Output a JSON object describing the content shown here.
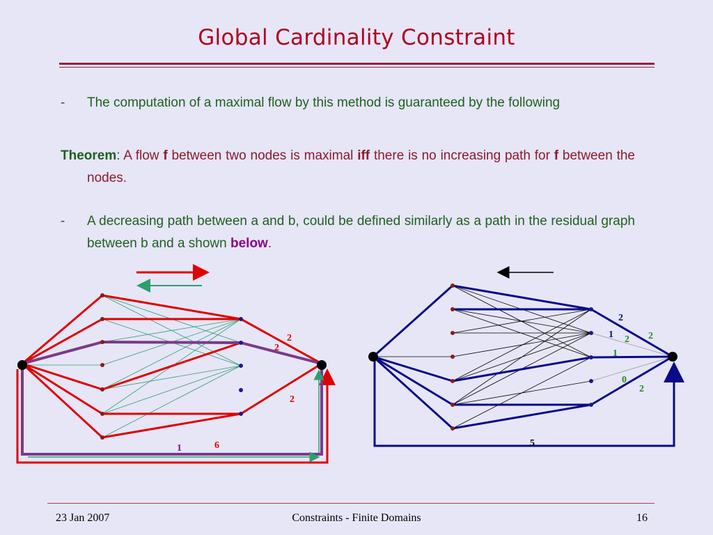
{
  "slide": {
    "title": "Global Cardinality Constraint",
    "bullet_mark": "-",
    "para1": "The computation of a maximal flow by this method is guaranteed by the following",
    "theorem": {
      "label": "Theorem",
      "colon": ": ",
      "t1": "A flow ",
      "f1": "f",
      "t2": " between two nodes is maximal ",
      "iff": "iff",
      "t3": " there is no increasing path for ",
      "f2": "f",
      "t4": " between the nodes."
    },
    "para2_main": "A decreasing path between a and b, could be defined similarly as a path in the residual graph between b and a shown ",
    "para2_link": "below",
    "para2_end": "."
  },
  "left_graph_labels": {
    "l1": "2",
    "l2": "2",
    "l3": "2",
    "l4": "1",
    "l5": "6"
  },
  "right_graph_labels": {
    "r1": "2",
    "r2": "1",
    "r3": "2",
    "r4": "2",
    "r5": "1",
    "r6": "0",
    "r7": "2",
    "r8": "5"
  },
  "footer": {
    "date": "23 Jan 2007",
    "center": "Constraints - Finite Domains",
    "page": "16"
  },
  "colors": {
    "title": "#b0001e",
    "green_text": "#1f5f1f",
    "maroon_text": "#8b1a2b",
    "red_edge": "#e00000",
    "green_edge": "#2e9e6e",
    "navy_edge": "#0a0a8a",
    "purple_edge": "#7a3a8a"
  }
}
